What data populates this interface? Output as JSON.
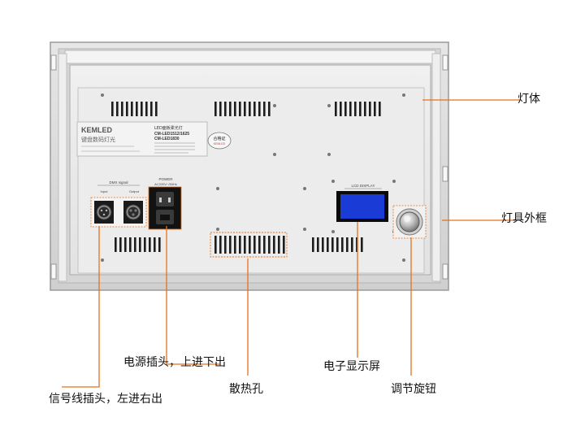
{
  "product_label": {
    "brand": "KEMLED",
    "brand_cn": "键盘数码灯光",
    "model_title": "LED面板柔光灯",
    "model_lines": [
      "CM-LED1512/1625",
      "CM-LED1830"
    ]
  },
  "qc_badge": {
    "text": "合格证",
    "sub": "KEMLED"
  },
  "panel_labels": {
    "dmx_signal": "DMX signal",
    "dmx_input": "Input",
    "dmx_output": "Output",
    "power": "POWER",
    "power_spec": "AC220V~/50Hz",
    "lcd": "LCD DISPLAY"
  },
  "callouts": {
    "lamp_body": "灯体",
    "outer_frame": "灯具外框",
    "power_socket": "电源插头，上进下出",
    "signal_socket": "信号线插头，左进右出",
    "vents": "散热孔",
    "lcd_screen": "电子显示屏",
    "knob": "调节旋钮"
  },
  "colors": {
    "accent": "#e8711a",
    "lcd": "#1a3bd6",
    "frame": "#dcdcdc",
    "body": "#e9e9e9"
  }
}
